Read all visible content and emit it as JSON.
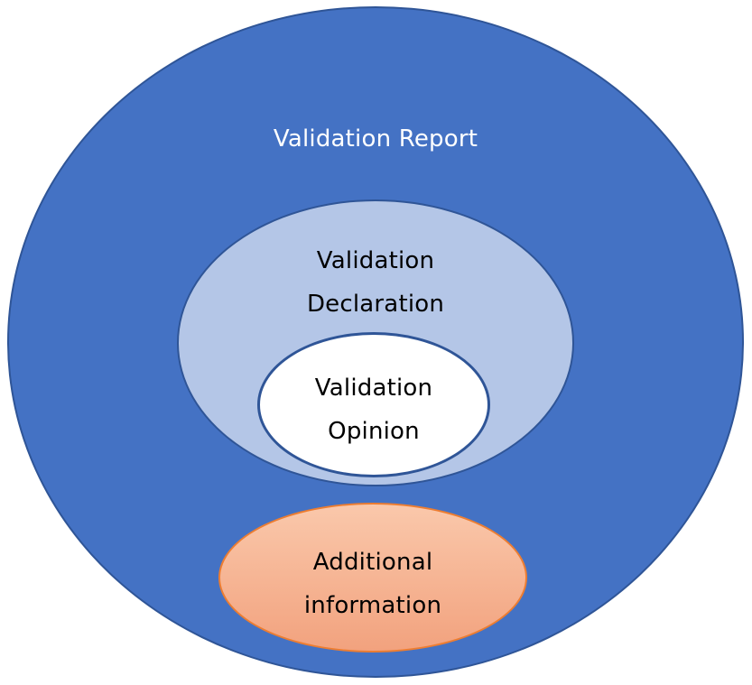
{
  "diagram": {
    "report": {
      "label": "Validation Report"
    },
    "declaration": {
      "line1": "Validation",
      "line2": "Declaration"
    },
    "opinion": {
      "line1": "Validation",
      "line2": "Opinion"
    },
    "additional": {
      "line1": "Additional",
      "line2": "information"
    },
    "colors": {
      "report_fill": "#4472C4",
      "report_border": "#2F5597",
      "declaration_fill": "#B4C6E7",
      "declaration_border": "#2F5597",
      "opinion_fill": "#FFFFFF",
      "opinion_border": "#2F5597",
      "additional_fill_top": "#FAC8AB",
      "additional_fill_bottom": "#F2A27E",
      "additional_border": "#ED7D31",
      "title_text_color": "#FFFFFF",
      "label_text_color": "#000000"
    }
  }
}
